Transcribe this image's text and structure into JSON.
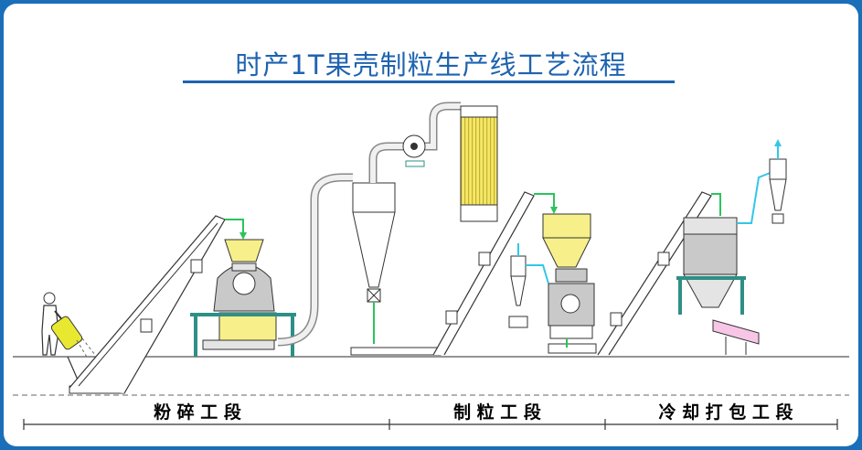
{
  "title": "时产1T果壳制粒生产线工艺流程",
  "stages": {
    "crushing": "粉 碎 工 段",
    "pelletizing": "制 粒 工 段",
    "cooling_packing": "冷 却 打 包 工 段"
  },
  "colors": {
    "frame": "#1a6fb8",
    "title": "#1f63b0",
    "hopper_yellow": "#f7f08a",
    "machine_gray": "#c9c9c9",
    "stand_teal": "#2e8f86",
    "pipe_cyan": "#33c6e8",
    "pipe_green": "#2bc45c",
    "bag_yellow": "#e8e830"
  }
}
